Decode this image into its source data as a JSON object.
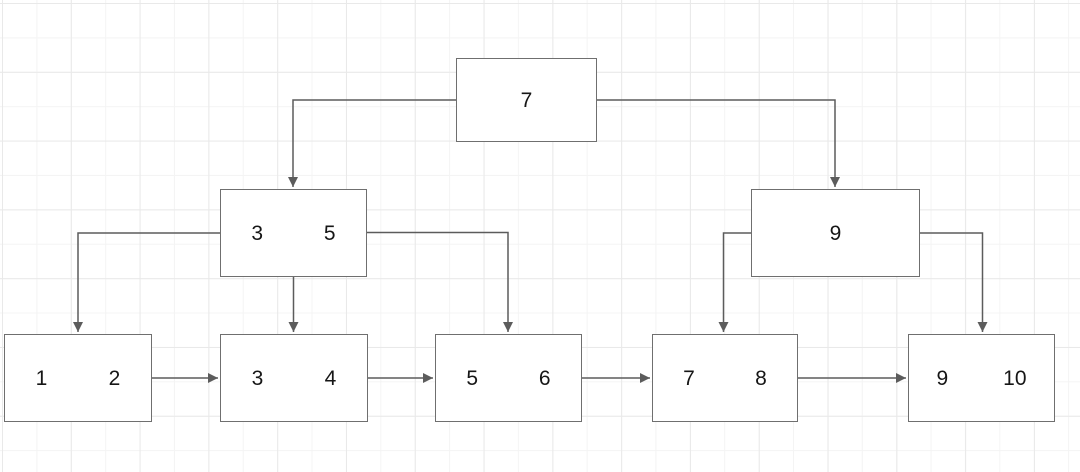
{
  "diagram": {
    "kind": "b-plus-tree",
    "nodes": {
      "root": {
        "keys": [
          "7"
        ]
      },
      "internal_left": {
        "keys": [
          "3",
          "5"
        ]
      },
      "internal_right": {
        "keys": [
          "9"
        ]
      },
      "leaf_12": {
        "keys": [
          "1",
          "2"
        ]
      },
      "leaf_34": {
        "keys": [
          "3",
          "4"
        ]
      },
      "leaf_56": {
        "keys": [
          "5",
          "6"
        ]
      },
      "leaf_78": {
        "keys": [
          "7",
          "8"
        ]
      },
      "leaf_910": {
        "keys": [
          "9",
          "10"
        ]
      }
    },
    "edges": [
      {
        "from": "root",
        "to": "internal_left",
        "type": "child"
      },
      {
        "from": "root",
        "to": "internal_right",
        "type": "child"
      },
      {
        "from": "internal_left",
        "to": "leaf_12",
        "type": "child"
      },
      {
        "from": "internal_left",
        "to": "leaf_34",
        "type": "child"
      },
      {
        "from": "internal_left",
        "to": "leaf_56",
        "type": "child"
      },
      {
        "from": "internal_right",
        "to": "leaf_78",
        "type": "child"
      },
      {
        "from": "internal_right",
        "to": "leaf_910",
        "type": "child"
      },
      {
        "from": "leaf_12",
        "to": "leaf_34",
        "type": "leaf-link"
      },
      {
        "from": "leaf_34",
        "to": "leaf_56",
        "type": "leaf-link"
      },
      {
        "from": "leaf_56",
        "to": "leaf_78",
        "type": "leaf-link"
      },
      {
        "from": "leaf_78",
        "to": "leaf_910",
        "type": "leaf-link"
      }
    ],
    "colors": {
      "canvas_background": "#ffffff",
      "grid_minor": "#f4f4f4",
      "grid_major": "#e9e9e9",
      "node_fill": "#ffffff",
      "node_border": "#6f6f6f",
      "edge": "#5c5c5c",
      "text": "#161616"
    }
  }
}
